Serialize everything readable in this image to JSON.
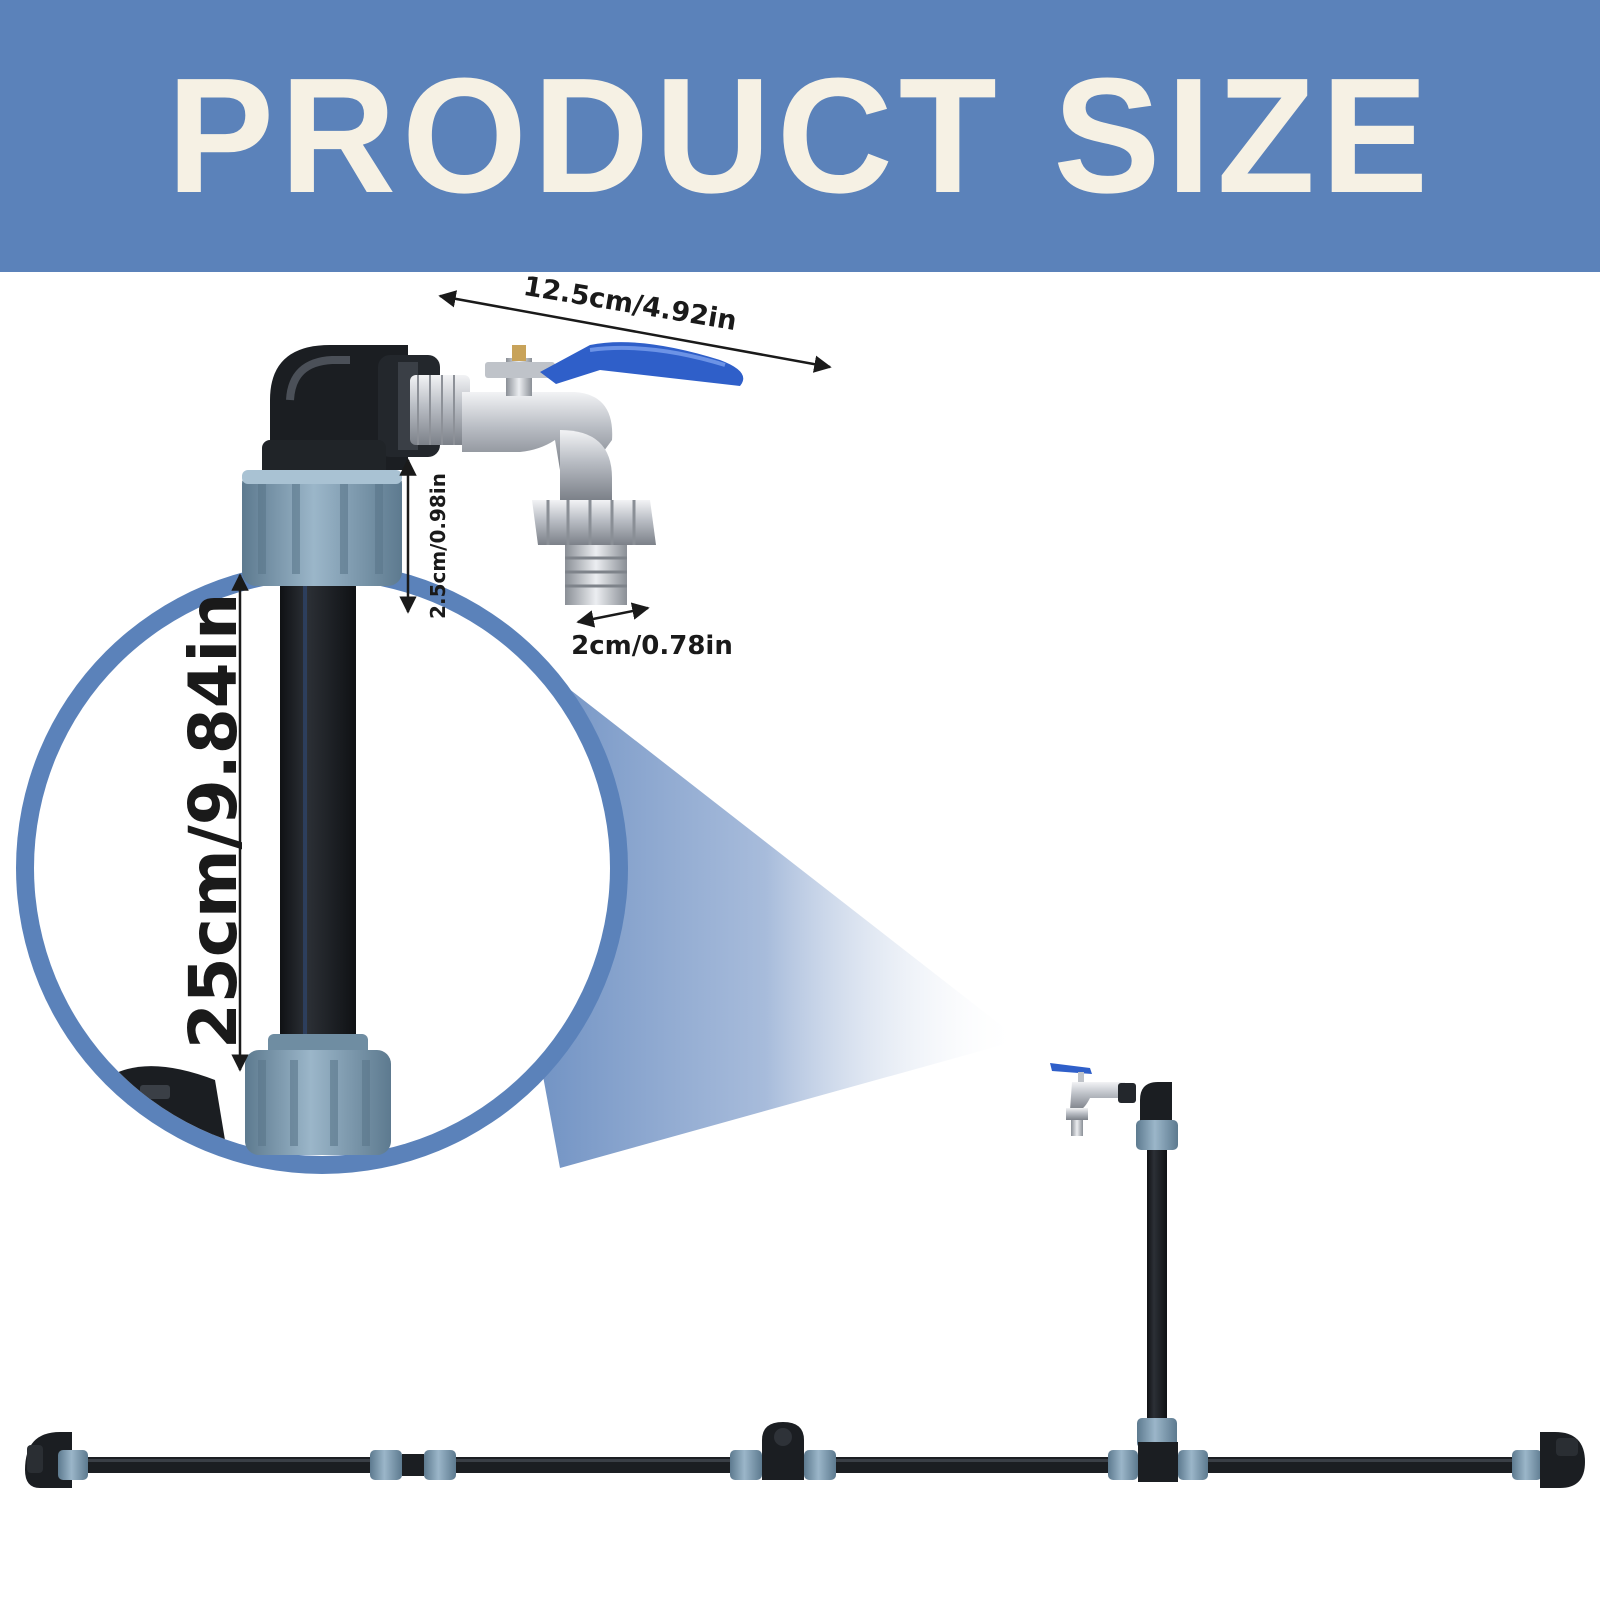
{
  "banner": {
    "title": "PRODUCT SIZE",
    "background_color": "#5b82ba",
    "text_color": "#f6f1e4"
  },
  "dimensions": {
    "faucet_width": "12.5cm/4.92in",
    "connector_height": "2.5cm/0.98in",
    "outlet_width": "2cm/0.78in",
    "pipe_height": "25cm/9.84in"
  },
  "colors": {
    "accent_blue": "#5b82ba",
    "pipe_black": "#1b1e22",
    "fitting_blue": "#7f9db3",
    "handle_blue": "#2f5fc9",
    "chrome": "#c9ccd1"
  },
  "icons": [
    "faucet-icon",
    "pipe-icon",
    "elbow-fitting-icon",
    "tee-fitting-icon",
    "coupling-icon",
    "dimension-arrow-icon"
  ]
}
